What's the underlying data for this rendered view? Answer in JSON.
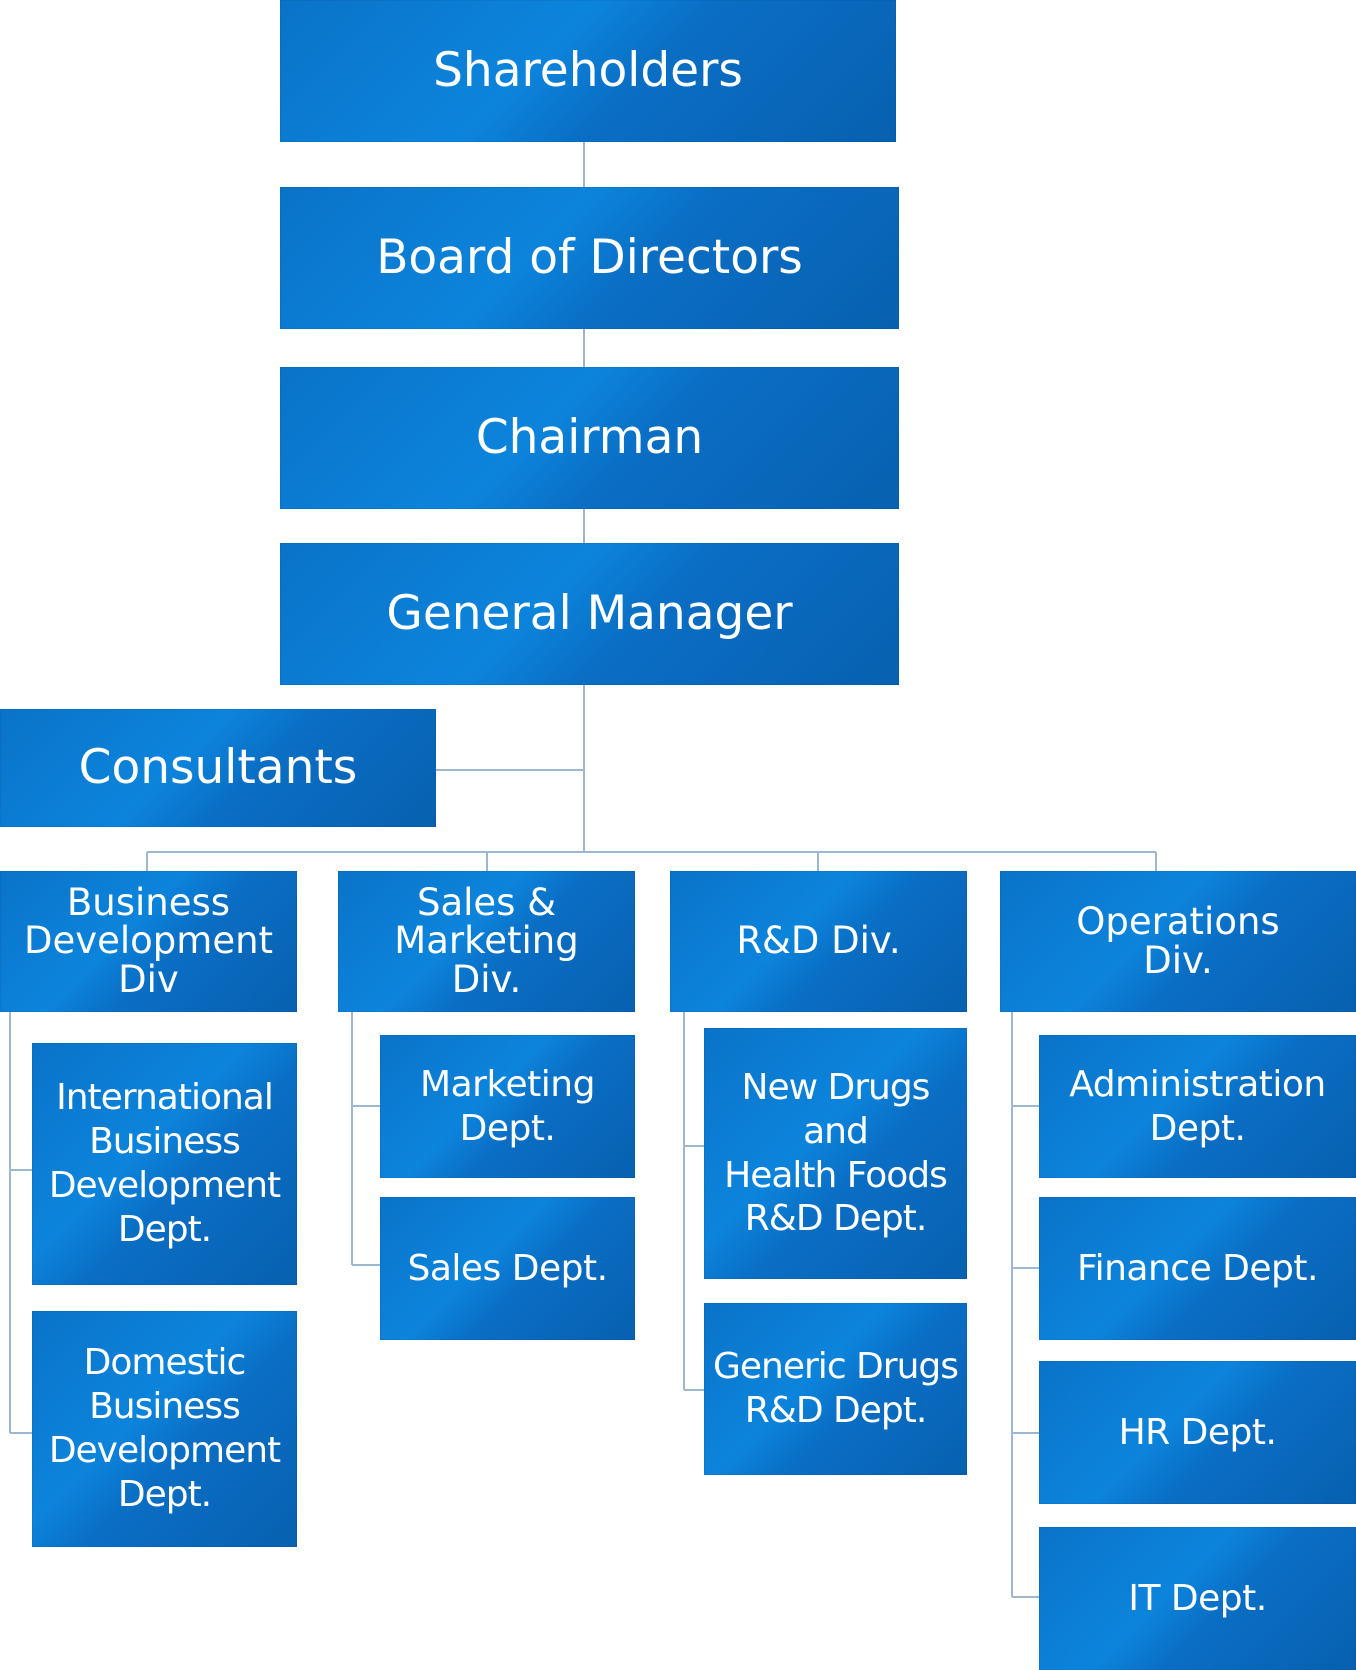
{
  "org_chart": {
    "shareholders": "Shareholders",
    "board": "Board of Directors",
    "chairman": "Chairman",
    "general_manager": "General Manager",
    "consultants": "Consultants",
    "divisions": {
      "business_development": {
        "label": "Business\nDevelopment\nDiv",
        "departments": [
          "International\nBusiness\nDevelopment\nDept.",
          "Domestic\nBusiness\nDevelopment\nDept."
        ]
      },
      "sales_marketing": {
        "label": "Sales &\nMarketing\nDiv.",
        "departments": [
          "Marketing\nDept.",
          "Sales Dept."
        ]
      },
      "rd": {
        "label": "R&D Div.",
        "departments": [
          "New Drugs\nand\nHealth Foods\nR&D Dept.",
          "Generic Drugs\nR&D Dept."
        ]
      },
      "operations": {
        "label": "Operations\nDiv.",
        "departments": [
          "Administration\nDept.",
          "Finance Dept.",
          "HR Dept.",
          "IT Dept."
        ]
      }
    }
  }
}
